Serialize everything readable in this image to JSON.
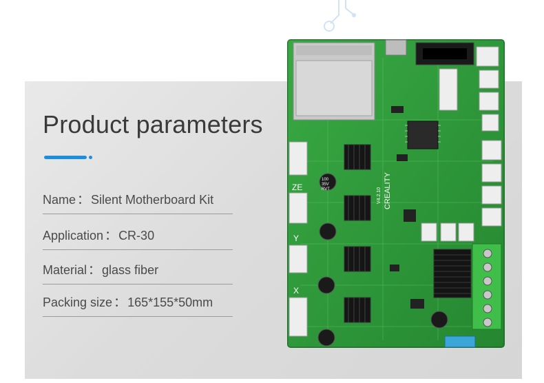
{
  "title": "Product parameters",
  "accent_color": "#1c8ee0",
  "params": [
    {
      "label": "Name",
      "sep": "：",
      "value": "Silent Motherboard Kit"
    },
    {
      "label": "Application",
      "sep": "：",
      "value": "CR-30"
    },
    {
      "label": "Material",
      "sep": "：",
      "value": "glass fiber"
    },
    {
      "label": "Packing size",
      "sep": "：",
      "value": "165*155*50mm"
    }
  ],
  "board": {
    "brand": "CREALITY",
    "version": "V4.2.10",
    "axis_labels": [
      "ZE",
      "Y",
      "X"
    ],
    "capacitor_label_1": "100",
    "capacitor_label_2": "35V",
    "capacitor_label_3": "RVT"
  }
}
